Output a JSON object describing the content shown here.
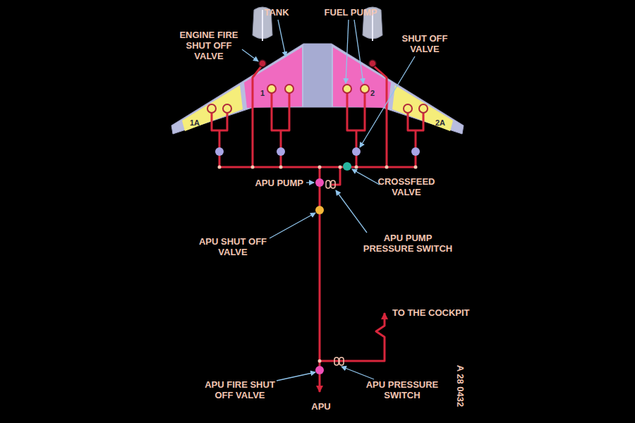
{
  "diagram": {
    "labels": [
      "TANK",
      "FUEL PUMP",
      "ENGINE FIRE SHUT OFF VALVE",
      "SHUT OFF VALVE",
      "1",
      "2",
      "1A",
      "2A",
      "APU PUMP",
      "CROSSFEED VALVE",
      "APU PUMP PRESSURE SWITCH",
      "APU SHUT OFF VALVE",
      "TO THE COCKPIT",
      "APU FIRE SHUT OFF VALVE",
      "APU PRESSURE SWITCH",
      "APU",
      "A 28 0432"
    ]
  }
}
